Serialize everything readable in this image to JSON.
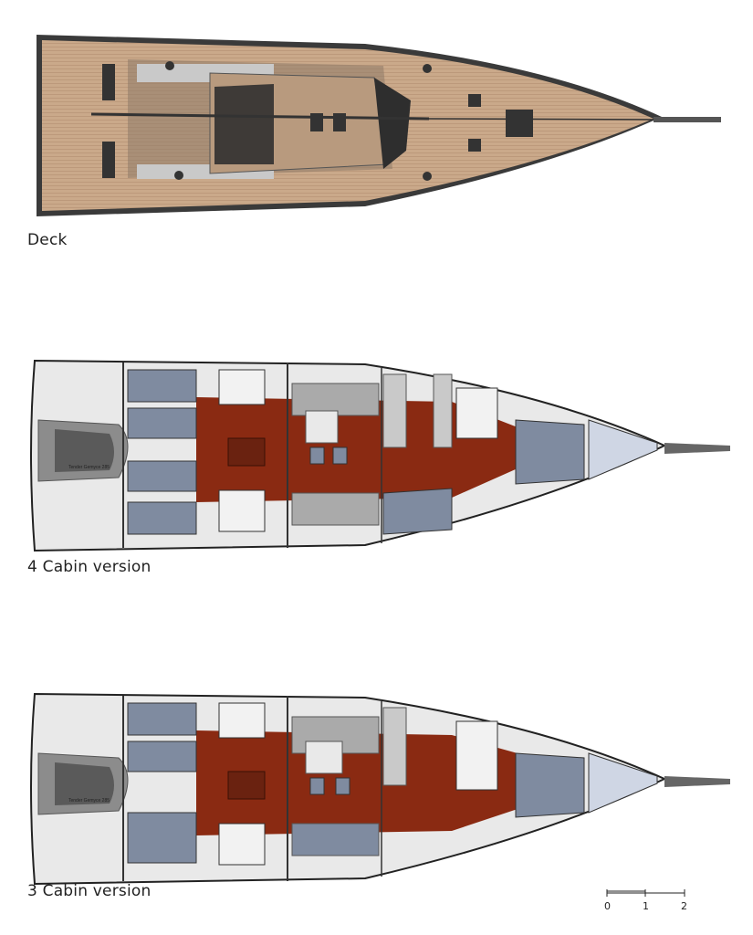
{
  "plans": {
    "deck": {
      "caption": "Deck"
    },
    "four_cabin": {
      "caption": "4 Cabin version",
      "tender_label": "Tender Gemyce 285"
    },
    "three_cabin": {
      "caption": "3 Cabin version",
      "tender_label": "Tender Gemyce 285"
    }
  },
  "scale": {
    "ticks": [
      "0",
      "1",
      "2"
    ]
  },
  "colors": {
    "teak": "#caa98a",
    "sole": "#8a2a12",
    "berth": "#7f8ba0",
    "light_hull": "#e9e9e9",
    "furniture": "#c9c9c9"
  }
}
